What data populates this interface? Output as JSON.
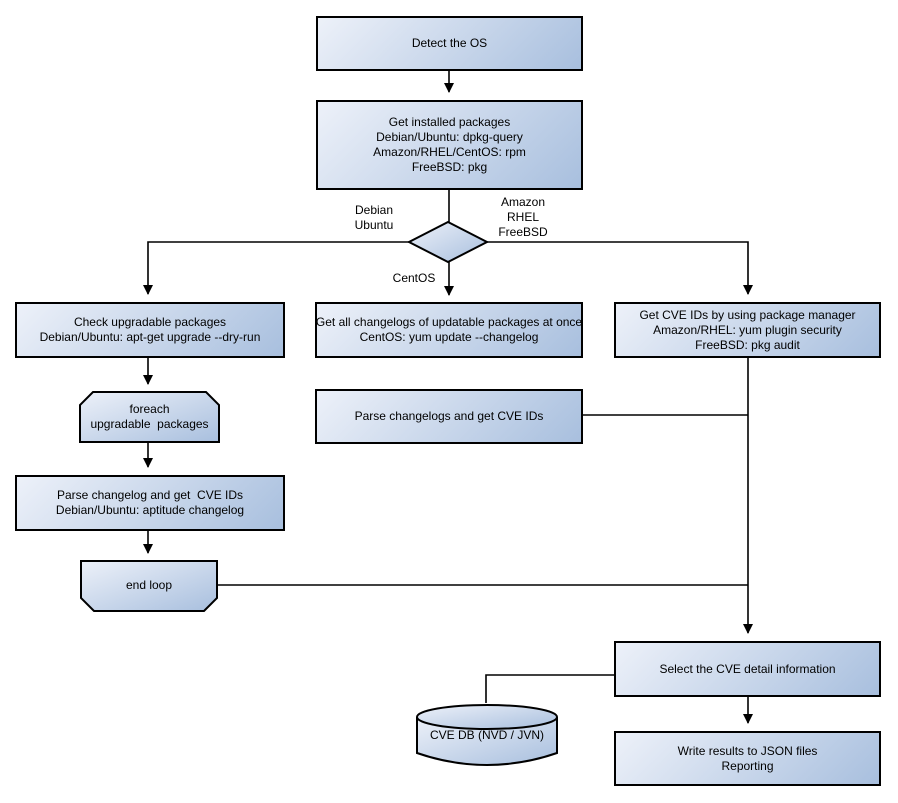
{
  "nodes": {
    "detect_os": "Detect the OS",
    "get_installed": "Get installed packages\nDebian/Ubuntu: dpkg-query\nAmazon/RHEL/CentOS: rpm\nFreeBSD: pkg",
    "check_upgradable": "Check upgradable packages\nDebian/Ubuntu: apt-get upgrade --dry-run",
    "foreach_loop": "foreach\nupgradable  packages",
    "parse_changelog_left": "Parse changelog and get  CVE IDs\nDebian/Ubuntu: aptitude changelog",
    "end_loop": "end loop",
    "get_all_changelogs": "Get all changelogs of updatable packages at once\nCentOS: yum update --changelog",
    "parse_changelogs_mid": "Parse changelogs and get CVE IDs",
    "get_cve_ids_right": "Get CVE IDs by using package manager\nAmazon/RHEL: yum plugin security\nFreeBSD: pkg audit",
    "select_cve_detail": "Select the CVE detail information",
    "cve_db": "CVE DB (NVD / JVN)",
    "write_results": "Write results to JSON files\nReporting"
  },
  "edge_labels": {
    "debian_ubuntu": "Debian\nUbuntu",
    "amazon_rhel_freebsd": "Amazon\nRHEL\nFreeBSD",
    "centos": "CentOS"
  },
  "colors": {
    "fill_light": "#edf1f9",
    "fill_dark": "#a8bfde",
    "stroke": "#000000",
    "text": "#000000",
    "background": "#ffffff"
  }
}
